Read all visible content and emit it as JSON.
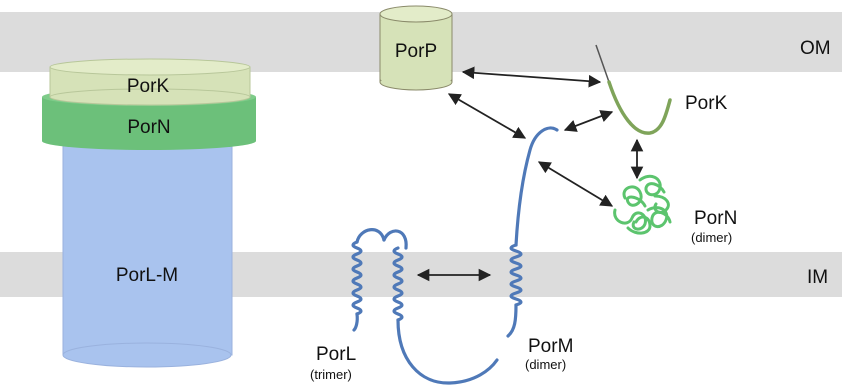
{
  "membranes": {
    "outer_label": "OM",
    "inner_label": "IM"
  },
  "complex": {
    "top": "PorK",
    "middle": "PorN",
    "bottom": "PorL-M"
  },
  "proteins": {
    "porp": "PorP",
    "pork": "PorK",
    "porn": "PorN",
    "porn_note": "(dimer)",
    "porl": "PorL",
    "porl_note": "(trimer)",
    "porm": "PorM",
    "porm_note": "(dimer)"
  },
  "colors": {
    "membrane": "#dcdcdc",
    "pork": "#d6e2b8",
    "porn": "#6cc07a",
    "porlm": "#a9c3ee",
    "helix": "#4f79b8",
    "pork_chain": "#7fa45a",
    "porn_coil": "#5cc46e",
    "arrow": "#222222"
  }
}
